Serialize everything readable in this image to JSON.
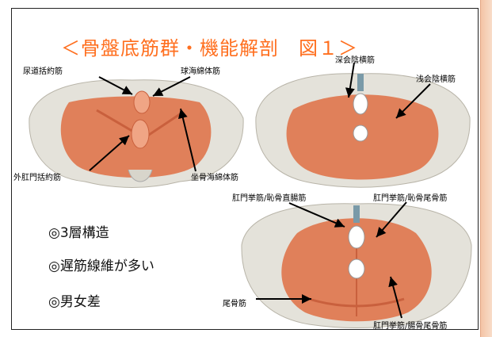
{
  "slide": {
    "title": "＜骨盤底筋群・機能解剖　図１＞",
    "figure1_labels": {
      "urethral_sphincter": "尿道括約筋",
      "bulbospongiosus": "球海綿体筋",
      "external_anal_sphincter": "外肛門括約筋",
      "ischiocavernosus": "坐骨海綿体筋"
    },
    "figure2_labels": {
      "deep_transverse_perineal": "深会陰横筋",
      "superficial_transverse_perineal": "浅会陰横筋"
    },
    "figure3_labels": {
      "puborectalis": "肛門挙筋/恥骨直腸筋",
      "pubococcygeus": "肛門挙筋/恥骨尾骨筋",
      "coccygeus": "尾骨筋",
      "iliococcygeus": "肛門挙筋/腸骨尾骨筋"
    },
    "bullets": [
      "◎3層構造",
      "◎遅筋線維が多い",
      "◎男女差"
    ]
  },
  "colors": {
    "title": "#ff6f1f",
    "muscle": "#e0805a",
    "bone": "#e4e2da",
    "accent_strip": "#f4c4a6"
  }
}
